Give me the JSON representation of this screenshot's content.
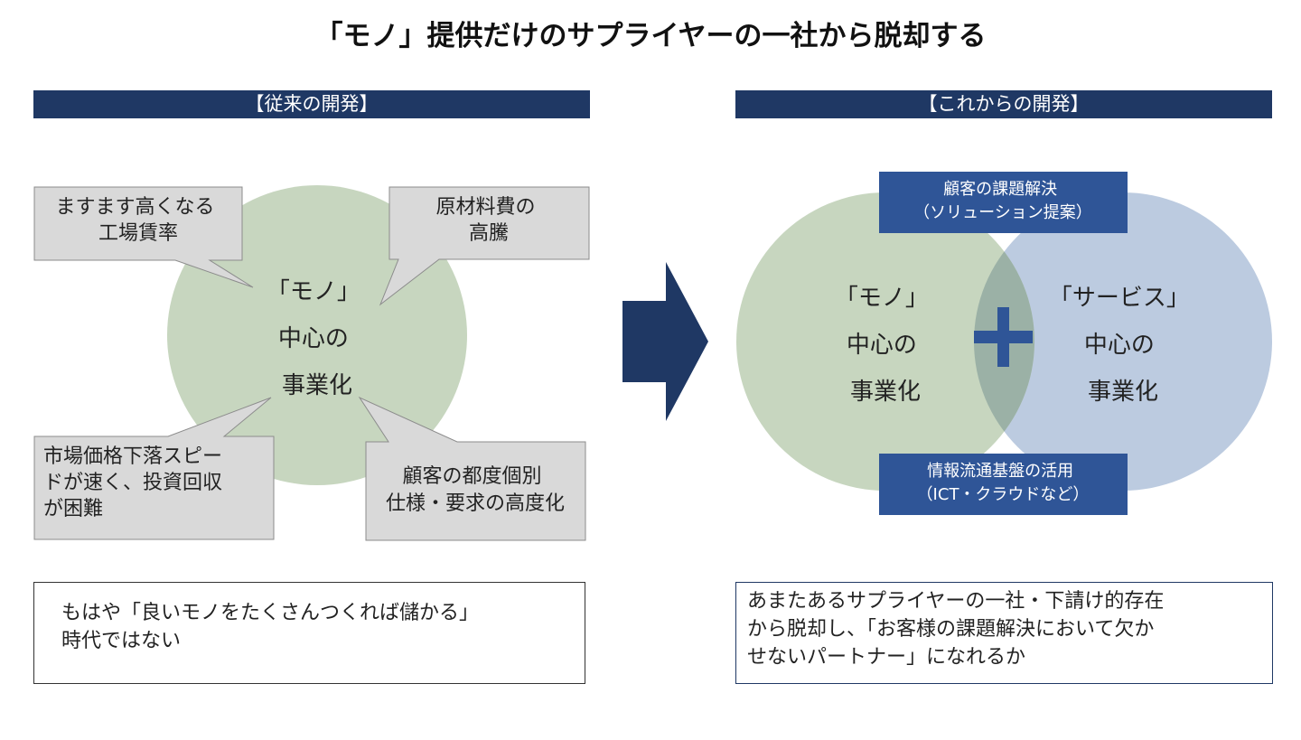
{
  "title": "「モノ」提供だけのサプライヤーの一社から脱却する",
  "colors": {
    "header_bg": "#1f3864",
    "arrow": "#1f3864",
    "green_circle": "#c7d6bf",
    "blue_circle": "#bccbe0",
    "overlap": "#9bb1a6",
    "plus": "#2f5597",
    "callout_fill": "#d9d9d9",
    "callout_stroke": "#8c8c8c",
    "tag_bg": "#2f5597"
  },
  "left": {
    "header": "【従来の開発】",
    "center_lines": [
      "「モノ」",
      "中心の",
      "事業化"
    ],
    "callouts": [
      {
        "lines": [
          "ますます高くなる",
          "工場賃率"
        ]
      },
      {
        "lines": [
          "原材料費の",
          "高騰"
        ]
      },
      {
        "lines": [
          "市場価格下落スピー",
          "ドが速く、投資回収",
          "が困難"
        ]
      },
      {
        "lines": [
          "顧客の都度個別",
          "仕様・要求の高度化"
        ]
      }
    ],
    "note_lines": [
      "もはや「良いモノをたくさんつくれば儲かる」",
      "時代ではない"
    ]
  },
  "transition": {
    "icon": "right-arrow-icon"
  },
  "right": {
    "header": "【これからの開発】",
    "goods_lines": [
      "「モノ」",
      "中心の",
      "事業化"
    ],
    "service_lines": [
      "「サービス」",
      "中心の",
      "事業化"
    ],
    "plus_icon": "plus-icon",
    "top_tag_lines": [
      "顧客の課題解決",
      "（ソリューション提案）"
    ],
    "bottom_tag_lines": [
      "情報流通基盤の活用",
      "（ICT・クラウドなど）"
    ],
    "note_lines": [
      "あまたあるサプライヤーの一社・下請け的存在",
      "から脱却し、「お客様の課題解決において欠か",
      "せないパートナー」になれるか"
    ]
  }
}
